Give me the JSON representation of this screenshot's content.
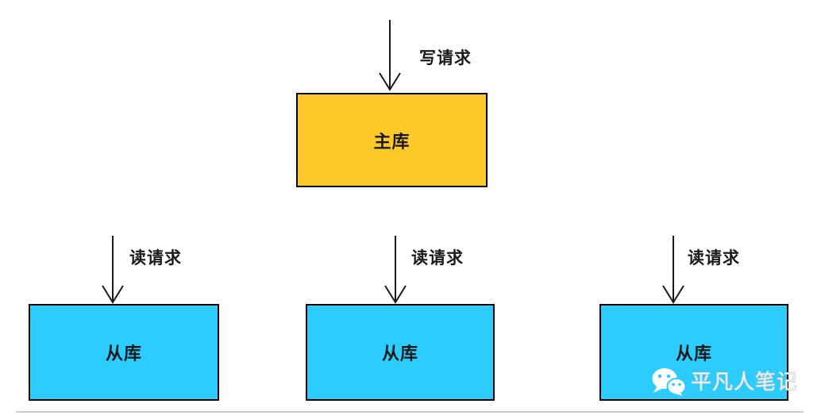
{
  "diagram": {
    "write_request_label": "写请求",
    "master_box": {
      "label": "主库",
      "fill": "#FFC92A"
    },
    "slave_boxes": [
      {
        "label": "从库",
        "read_label": "读请求",
        "fill": "#2DCCFE"
      },
      {
        "label": "从库",
        "read_label": "读请求",
        "fill": "#2DCCFE"
      },
      {
        "label": "从库",
        "read_label": "读请求",
        "fill": "#2DCCFE"
      }
    ],
    "colors": {
      "border": "#000000",
      "arrow": "#1A1A1A",
      "label_text": "#1A1A1A",
      "divider": "#CCCCCC"
    }
  },
  "watermark": {
    "icon": "wechat-icon",
    "brand_text": "平凡人笔记",
    "text_color": "#FFFFFF"
  }
}
